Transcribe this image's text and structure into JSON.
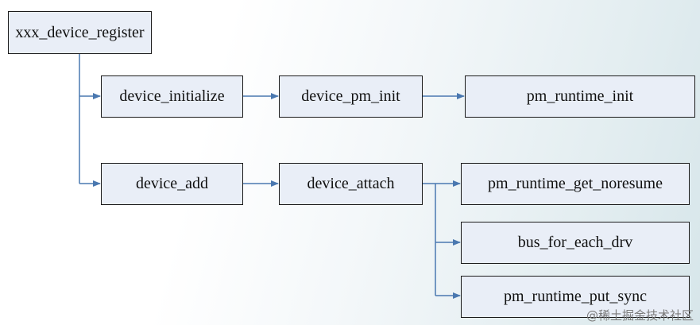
{
  "nodes": {
    "root": "xxx_device_register",
    "device_initialize": "device_initialize",
    "device_pm_init": "device_pm_init",
    "pm_runtime_init": "pm_runtime_init",
    "device_add": "device_add",
    "device_attach": "device_attach",
    "pm_runtime_get_noresume": "pm_runtime_get_noresume",
    "bus_for_each_drv": "bus_for_each_drv",
    "pm_runtime_put_sync": "pm_runtime_put_sync"
  },
  "edges": [
    [
      "root",
      "device_initialize"
    ],
    [
      "root",
      "device_add"
    ],
    [
      "device_initialize",
      "device_pm_init"
    ],
    [
      "device_pm_init",
      "pm_runtime_init"
    ],
    [
      "device_add",
      "device_attach"
    ],
    [
      "device_attach",
      "pm_runtime_get_noresume"
    ],
    [
      "device_attach",
      "bus_for_each_drv"
    ],
    [
      "device_attach",
      "pm_runtime_put_sync"
    ]
  ],
  "colors": {
    "arrow": "#4a78b0",
    "box_fill": "#e9eef7",
    "box_border": "#1a1a1a"
  },
  "watermark": "@稀土掘金技术社区"
}
